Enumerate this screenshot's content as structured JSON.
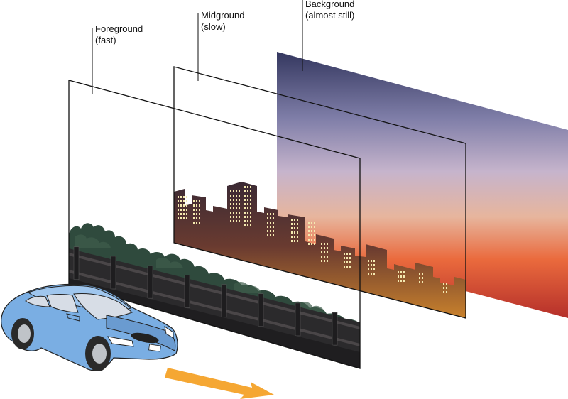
{
  "labels": {
    "foreground": {
      "line1": "Foreground",
      "line2": "(fast)"
    },
    "midground": {
      "line1": "Midground",
      "line2": "(slow)"
    },
    "background": {
      "line1": "Background",
      "line2": "(almost still)"
    }
  },
  "colors": {
    "sky_top": "#3a3d6a",
    "sky_mid": "#b3a3c3",
    "sky_low": "#e0a08c",
    "sky_orange": "#e8603a",
    "sky_bottom": "#b8302a",
    "city_silhouette": "#3b2a34",
    "city_glow": "#c97b2e",
    "window_light": "#f4e9b0",
    "foliage": "#2e4a3c",
    "fence": "#2a2a2a",
    "car_body": "#7aaee3",
    "arrow": "#f5a733"
  },
  "icons": [
    "car-icon",
    "direction-arrow-icon"
  ]
}
